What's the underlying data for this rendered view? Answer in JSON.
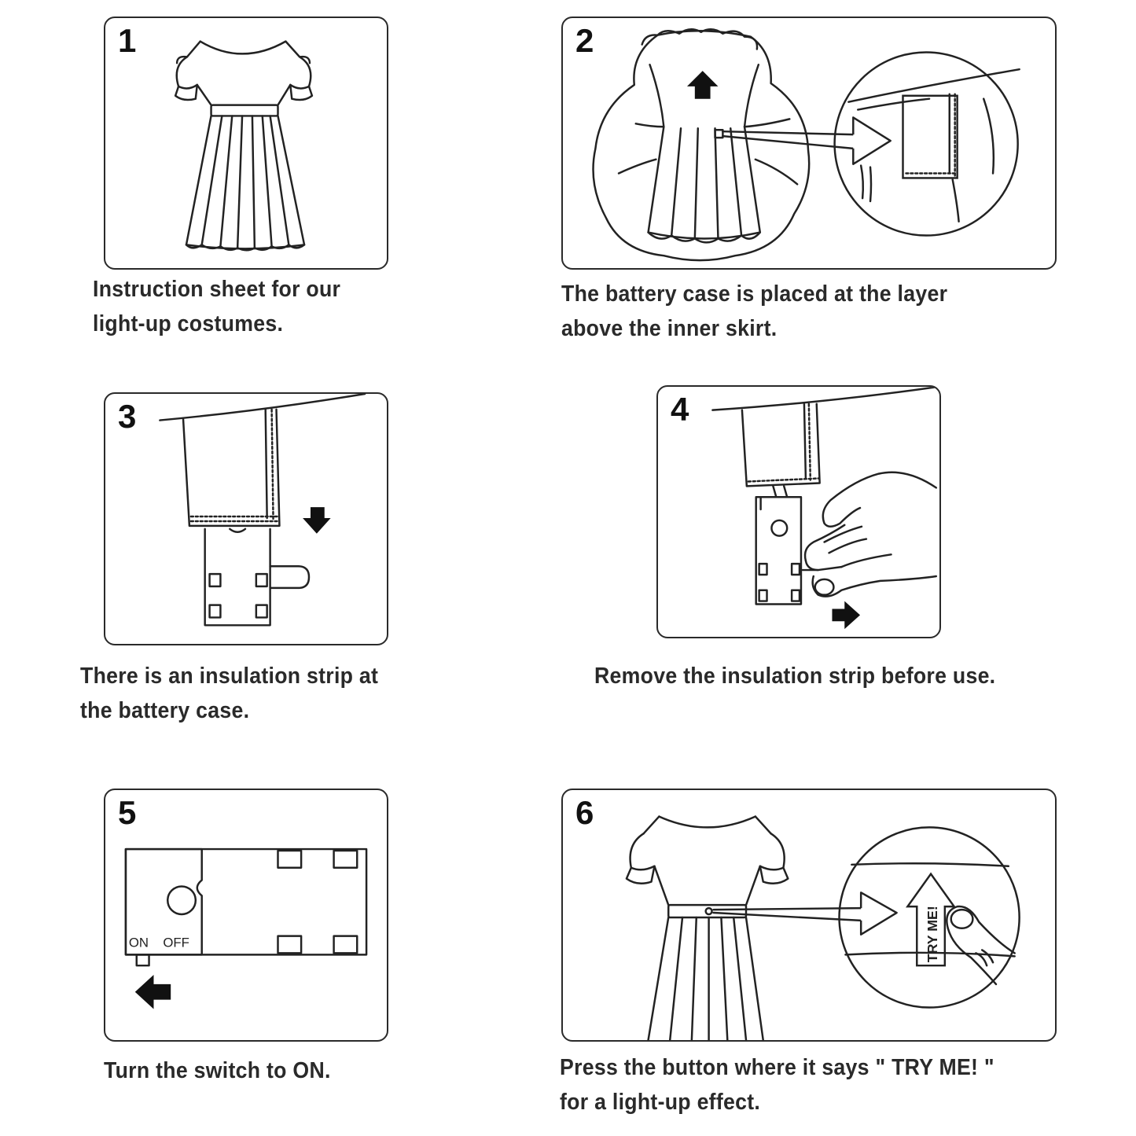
{
  "steps": [
    {
      "number": "1",
      "caption_lines": [
        "Instruction  sheet  for  our",
        "light-up  costumes."
      ]
    },
    {
      "number": "2",
      "caption_lines": [
        "The battery case is placed at the layer",
        "above the inner skirt."
      ]
    },
    {
      "number": "3",
      "caption_lines": [
        "There  is  an  insulation  strip  at",
        "the battery case."
      ]
    },
    {
      "number": "4",
      "caption_lines": [
        "Remove the insulation strip before use."
      ]
    },
    {
      "number": "5",
      "caption_lines": [
        "Turn the switch to ON."
      ],
      "switch_labels": {
        "on": "ON",
        "off": "OFF"
      }
    },
    {
      "number": "6",
      "caption_lines": [
        "Press the button where it says \" TRY ME! \"",
        "for a light-up effect."
      ],
      "button_label": "TRY ME!"
    }
  ]
}
